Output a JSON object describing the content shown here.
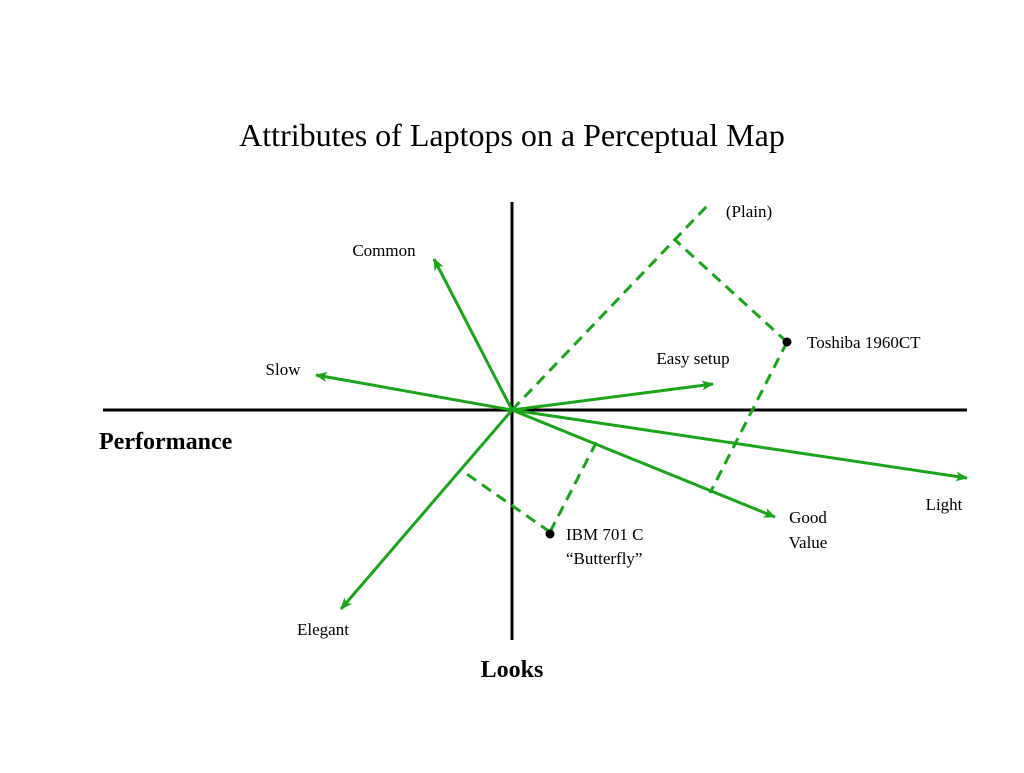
{
  "title": "Attributes of Laptops on a Perceptual Map",
  "colors": {
    "attribute_vector": "#1aa51a",
    "axis": "#000000",
    "text": "#000000"
  },
  "axes": {
    "horizontal_label": "Performance",
    "vertical_label": "Looks"
  },
  "attributes": [
    {
      "name": "common",
      "label": "Common"
    },
    {
      "name": "slow",
      "label": "Slow"
    },
    {
      "name": "easy-setup",
      "label": "Easy setup"
    },
    {
      "name": "light",
      "label": "Light"
    },
    {
      "name": "good-value",
      "label_lines": [
        "Good",
        "Value"
      ]
    },
    {
      "name": "elegant",
      "label": "Elegant"
    },
    {
      "name": "plain",
      "label": "(Plain)"
    }
  ],
  "brands": [
    {
      "name": "toshiba",
      "label": "Toshiba 1960CT"
    },
    {
      "name": "ibm",
      "label_lines": [
        "IBM 701 C",
        "“Butterfly”"
      ]
    }
  ]
}
